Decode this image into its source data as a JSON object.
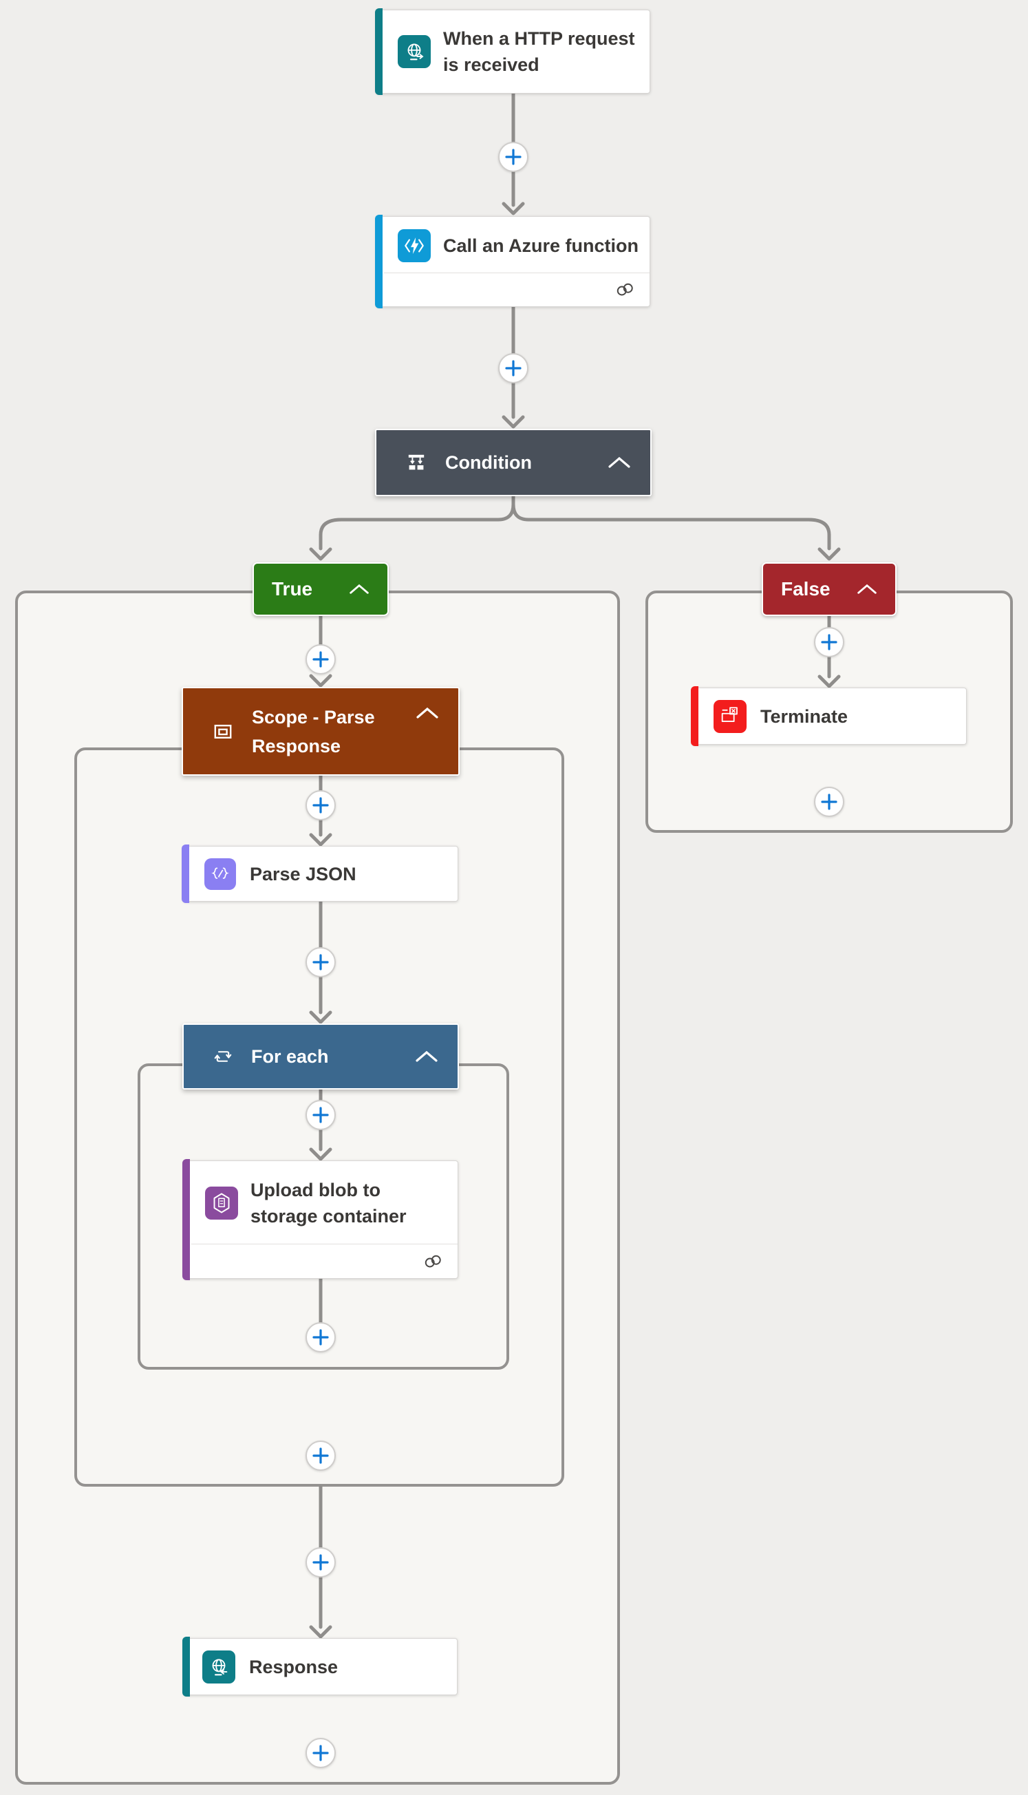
{
  "page": {
    "background": "#efeeec",
    "container_fill": "#f7f6f3",
    "container_border": "#949290",
    "connector_color": "#8f8d8b",
    "plus_color": "#1077d4",
    "title_text_color": "#3a3836"
  },
  "ui": {
    "insert_action_icon": "plus-icon",
    "collapse_icon": "chevron-up-icon",
    "connection_icon": "link-icon"
  },
  "nodes": {
    "trigger": {
      "label": "When a HTTP request is received",
      "accent": "#0e7e88",
      "icon": "http-request-icon"
    },
    "azure_function": {
      "label": "Call an Azure function",
      "accent": "#0f9bd7",
      "icon": "azure-function-icon",
      "has_connection_footer": true
    },
    "condition": {
      "label": "Condition",
      "bg": "#49505a",
      "icon": "condition-branch-icon"
    },
    "true_branch": {
      "label": "True",
      "bg": "#2b7c17"
    },
    "false_branch": {
      "label": "False",
      "bg": "#a4262c"
    },
    "scope": {
      "label": "Scope - Parse Response",
      "bg": "#903a0c",
      "icon": "scope-icon"
    },
    "parse_json": {
      "label": "Parse JSON",
      "accent": "#8a7ff2",
      "icon": "parse-json-icon"
    },
    "for_each": {
      "label": "For each",
      "bg": "#3b688e",
      "icon": "for-each-loop-icon"
    },
    "upload_blob": {
      "label": "Upload blob to storage container",
      "accent": "#8a4b9e",
      "icon": "blob-storage-icon",
      "has_connection_footer": true
    },
    "response": {
      "label": "Response",
      "accent": "#0e7e88",
      "icon": "http-response-icon"
    },
    "terminate": {
      "label": "Terminate",
      "accent": "#f31d1d",
      "icon": "terminate-icon"
    }
  }
}
